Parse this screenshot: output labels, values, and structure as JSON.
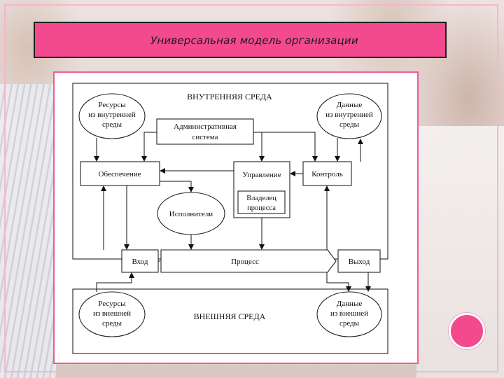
{
  "slide": {
    "title": "Универсальная модель организации"
  },
  "diagram": {
    "internal_env": "ВНУТРЕННЯЯ СРЕДА",
    "external_env": "ВНЕШНЯЯ СРЕДА",
    "res_internal": [
      "Ресурсы",
      "из внутренней",
      "среды"
    ],
    "data_internal": [
      "Данные",
      "из внутренней",
      "среды"
    ],
    "admin_system": [
      "Административная",
      "система"
    ],
    "provision": "Обеспечение",
    "management": "Управление",
    "control": "Контроль",
    "process_owner": [
      "Владелец",
      "процесса"
    ],
    "executors": "Исполнители",
    "input": "Вход",
    "process": "Процесс",
    "output": "Выход",
    "res_external": [
      "Ресурсы",
      "из внешней",
      "среды"
    ],
    "data_external": [
      "Данные",
      "из внешней",
      "среды"
    ]
  }
}
